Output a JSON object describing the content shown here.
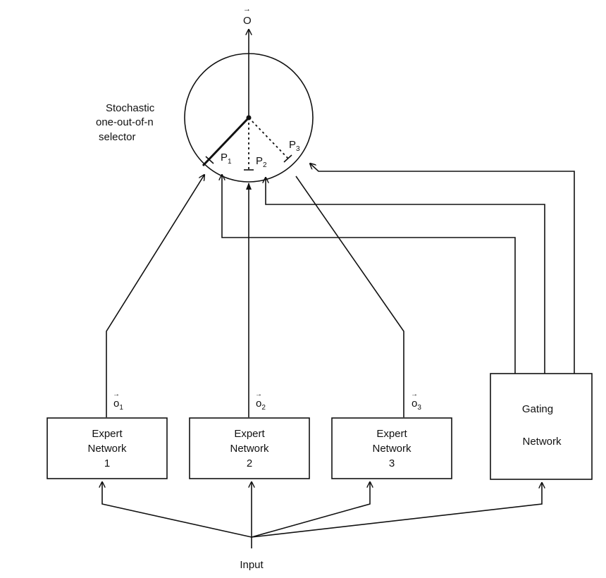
{
  "output_label": "O",
  "selector": {
    "line1": "Stochastic",
    "line2": "one-out-of-n",
    "line3": "selector"
  },
  "probabilities": [
    {
      "base": "P",
      "sub": "1"
    },
    {
      "base": "P",
      "sub": "2"
    },
    {
      "base": "P",
      "sub": "3"
    }
  ],
  "expert_outputs": [
    {
      "base": "o",
      "sub": "1"
    },
    {
      "base": "o",
      "sub": "2"
    },
    {
      "base": "o",
      "sub": "3"
    }
  ],
  "experts": [
    {
      "line1": "Expert",
      "line2": "Network",
      "line3": "1"
    },
    {
      "line1": "Expert",
      "line2": "Network",
      "line3": "2"
    },
    {
      "line1": "Expert",
      "line2": "Network",
      "line3": "3"
    }
  ],
  "gating": {
    "line1": "Gating",
    "line2": "Network"
  },
  "input_label": "Input"
}
